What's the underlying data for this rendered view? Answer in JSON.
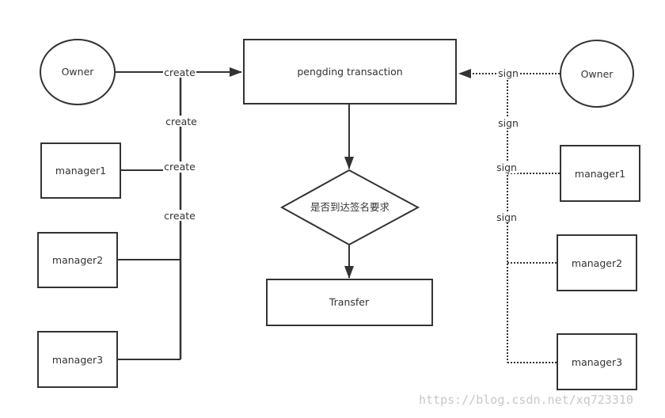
{
  "nodes": {
    "owner_left": "Owner",
    "manager1_left": "manager1",
    "manager2_left": "manager2",
    "manager3_left": "manager3",
    "pending": "pengding transaction",
    "decision": "是否到达签名要求",
    "transfer": "Transfer",
    "owner_right": "Owner",
    "manager1_right": "manager1",
    "manager2_right": "manager2",
    "manager3_right": "manager3"
  },
  "edges": {
    "create": [
      "create",
      "create",
      "create",
      "create"
    ],
    "sign": [
      "sign",
      "sign",
      "sign",
      "sign"
    ]
  },
  "watermark": "https://blog.csdn.net/xq723310"
}
